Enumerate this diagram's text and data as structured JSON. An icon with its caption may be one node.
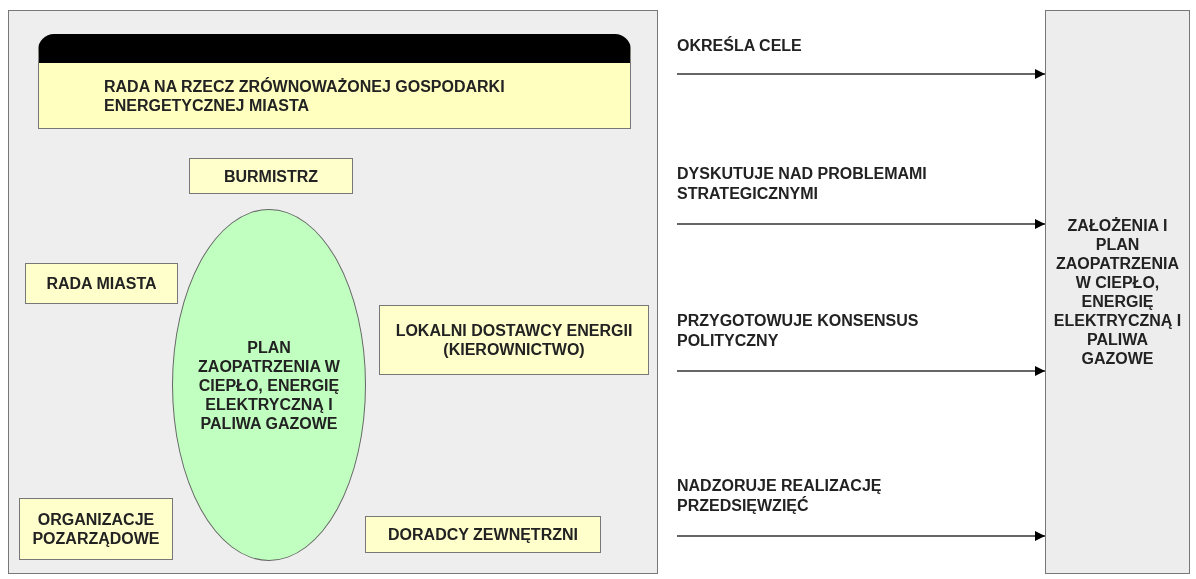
{
  "diagram": {
    "nodes": [
      {
        "text": [],
        "shape": "box"
      },
      {
        "text": [
          "RADA NA RZECZ ZRÓWNOWAŻONEJ GOSPODARKI ENERGETYCZNEJ MIASTA"
        ],
        "in": 0
      },
      {
        "text": [
          "BURMISTRZ"
        ],
        "in": 0
      },
      {
        "text": [
          "RADA MIASTA"
        ],
        "in": 0
      },
      {
        "text": [
          "PLAN ZAOPATRZENIA W CIEPŁO, ENERGIĘ ELEKTRYCZNĄ I PALIWA GAZOWE"
        ],
        "in": 0
      },
      {
        "text": [
          "LOKALNI DOSTAWCY ENERGII (KIEROWNICTWO)"
        ],
        "in": 0
      },
      {
        "text": [
          "ORGANIZACJE POZARZĄDOWE"
        ],
        "in": 0
      },
      {
        "text": [
          "DORADCY ZEWNĘTRZNI"
        ],
        "in": 0
      },
      {
        "text": [
          "ZAŁOŻENIA I PLAN ZAOPATRZENIA W CIEPŁO, ENERGIĘ ELEKTRYCZNĄ I PALIWA GAZOWE"
        ]
      }
    ],
    "edges": [
      {
        "from": null,
        "to": 8,
        "arrow": "to",
        "label": "OKREŚLA CELE"
      },
      {
        "from": null,
        "to": 8,
        "arrow": "to",
        "label": "DYSKUTUJE NAD PROBLEMAMI STRATEGICZNYMI"
      },
      {
        "from": null,
        "to": 8,
        "arrow": "to",
        "label": "PRZYGOTOWUJE KONSENSUS POLITYCZNY"
      },
      {
        "from": null,
        "to": 8,
        "arrow": "to",
        "label": "NADZORUJE REALIZACJĘ PRZEDSIĘWZIĘĆ"
      }
    ]
  }
}
